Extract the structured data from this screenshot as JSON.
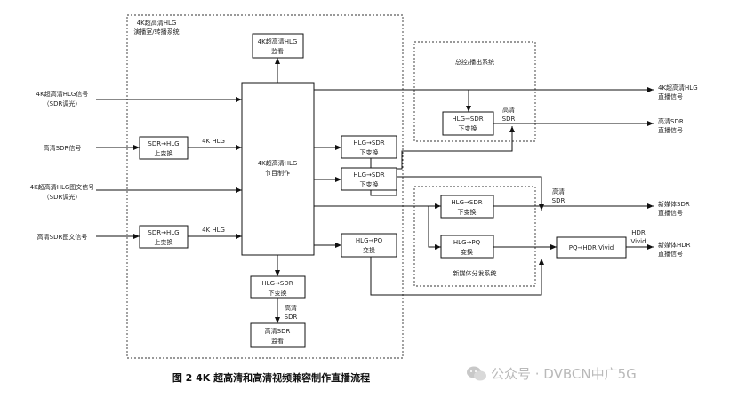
{
  "regions": {
    "studio": [
      "4K超高清HLG",
      "演播室/转播系统"
    ],
    "master_control": "总控/播出系统",
    "new_media": "新媒体分发系统"
  },
  "inputs": [
    [
      "4K超高清HLG信号",
      "（SDR调光）"
    ],
    [
      "高清SDR信号"
    ],
    [
      "4K超高清HLG图文信号",
      "（SDR调光）"
    ],
    [
      "高清SDR图文信号"
    ]
  ],
  "boxes": {
    "monitor_4k": [
      "4K超高清HLG",
      "监看"
    ],
    "production": [
      "4K超高清HLG",
      "节目制作"
    ],
    "up1": [
      "SDR→HLG",
      "上变换"
    ],
    "up2": [
      "SDR→HLG",
      "上变换"
    ],
    "down1": [
      "HLG→SDR",
      "下变换"
    ],
    "down2": [
      "HLG→SDR",
      "下变换"
    ],
    "pq": [
      "HLG→PQ",
      "变换"
    ],
    "down_bottom": [
      "HLG→SDR",
      "下变换"
    ],
    "monitor_hd": [
      "高清SDR",
      "监看"
    ],
    "mc_down": [
      "HLG→SDR",
      "下变换"
    ],
    "nm_down": [
      "HLG→SDR",
      "下变换"
    ],
    "nm_pq": [
      "HLG→PQ",
      "变换"
    ],
    "vivid": "PQ→HDR Vivid"
  },
  "signal_labels": {
    "hlg_4k_a": "4K HLG",
    "hlg_4k_b": "4K HLG",
    "mc_sdr": [
      "高清",
      "SDR"
    ],
    "nm_sdr": [
      "高清",
      "SDR"
    ],
    "bottom_sdr": [
      "高清",
      "SDR"
    ],
    "hdr_vivid": [
      "HDR",
      "Vivid"
    ]
  },
  "outputs": [
    [
      "4K超高清HLG",
      "直播信号"
    ],
    [
      "高清SDR",
      "直播信号"
    ],
    [
      "新媒体SDR",
      "直播信号"
    ],
    [
      "新媒体HDR",
      "直播信号"
    ]
  ],
  "caption": "图 2  4K 超高清和高清视频兼容制作直播流程",
  "watermark": "公众号 · DVBCN中广5G"
}
